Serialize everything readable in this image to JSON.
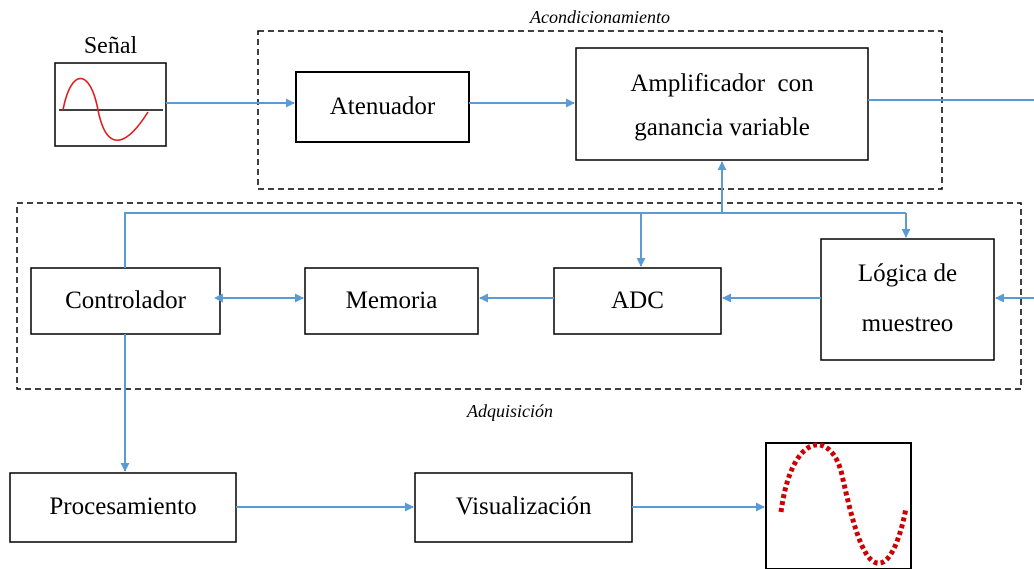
{
  "signal_label": "Señal",
  "groups": {
    "conditioning": "Acondicionamiento",
    "acquisition": "Adquisición"
  },
  "blocks": {
    "attenuator": "Atenuador",
    "amplifier_line1": "Amplificador  con",
    "amplifier_line2": "ganancia variable",
    "controller": "Controlador",
    "memory": "Memoria",
    "adc": "ADC",
    "sampling_line1": "Lógica de",
    "sampling_line2": "muestreo",
    "processing": "Procesamiento",
    "display": "Visualización"
  },
  "colors": {
    "arrow": "#5b9bd5",
    "signal": "#e01b1b",
    "display_signal": "#cc0000",
    "border": "#000000"
  }
}
